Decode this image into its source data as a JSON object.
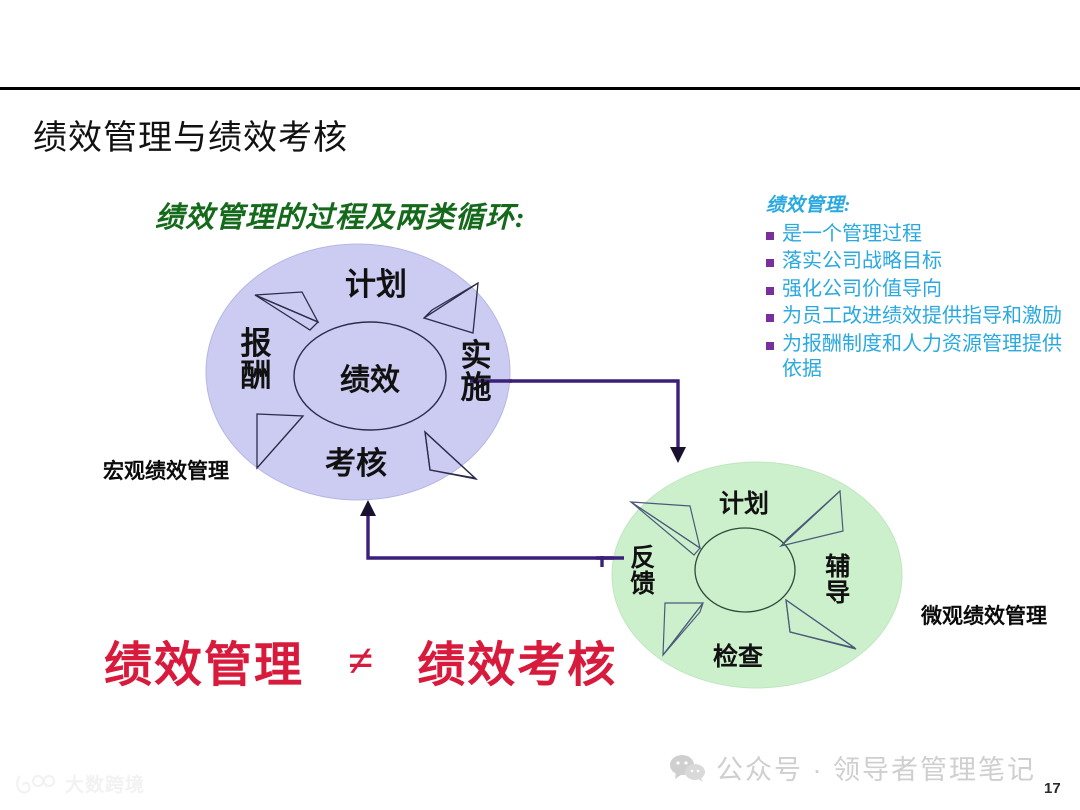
{
  "slide": {
    "title": "绩效管理与绩效考核",
    "subtitle": "绩效管理的过程及两类循环:",
    "page_number": "17"
  },
  "panel": {
    "heading": "绩效管理:",
    "bullets": [
      "是一个管理过程",
      "落实公司战略目标",
      "强化公司价值导向",
      "为员工改进绩效提供指导和激励",
      "为报酬制度和人力资源管理提供依据"
    ]
  },
  "macro_cycle": {
    "outer_label": "宏观绩效管理",
    "center": "绩效",
    "top": "计划",
    "right": "实施",
    "bottom": "考核",
    "left": "报酬"
  },
  "micro_cycle": {
    "outer_label": "微观绩效管理",
    "center": "",
    "top": "计划",
    "right": "辅导",
    "bottom": "检查",
    "left": "反馈"
  },
  "equation": {
    "left_term": "绩效管理",
    "operator": "≠",
    "right_term": "绩效考核"
  },
  "footer": {
    "wechat_text": "公众号 · 领导者管理笔记",
    "brand_text": "大数跨境"
  },
  "colors": {
    "macro_fill": "#ccccf2",
    "micro_fill": "#ccf0cc",
    "connector": "#3b1f78",
    "subtitle_green": "#15691b",
    "panel_blue": "#2aa9e0",
    "bullet_purple": "#7a2f9e",
    "equation_red": "#d81b3c"
  }
}
